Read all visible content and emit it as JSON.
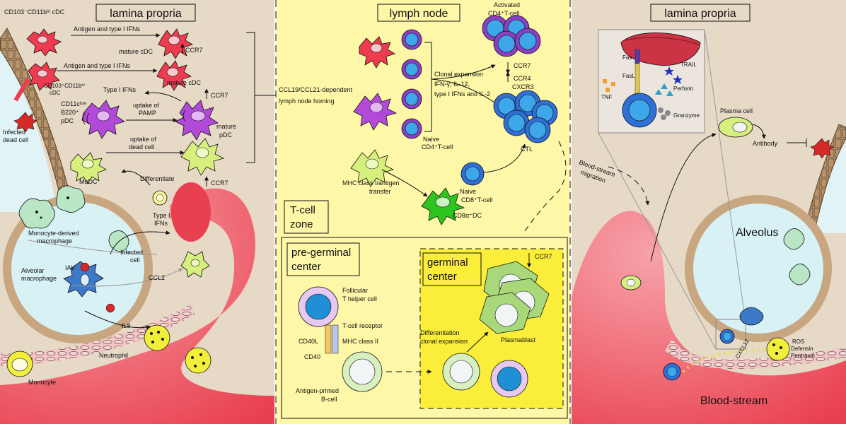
{
  "panels": {
    "left_title": "lamina propria",
    "center_title": "lymph node",
    "right_title": "lamina propria"
  },
  "left": {
    "cdc_subset": "CD103⁻CD11bʰⁱ cDC",
    "antigen_ifn_1": "Antigen and type I IFNs",
    "mature_cdc_1": "mature cDC",
    "ccr7_1": "CCR7",
    "antigen_ifn_2": "Antigen and type I IFNs",
    "cdc103_label": "CD103⁺CD11bʰⁱ",
    "cdc103_label2": "cDC",
    "mature_cdc_2": "mature cDC",
    "type1_ifns": "Type I IFNs",
    "ccr7_2": "CCR7",
    "pdc_label_1": "CD11cˡᵒʷ",
    "pdc_label_2": "B220⁺",
    "pdc_label_3": "pDC",
    "uptake_pamp_1": "uptake of",
    "uptake_pamp_2": "PAMP",
    "mature_pdc_1": "mature",
    "mature_pdc_2": "pDC",
    "infected_dead_1": "Infected",
    "infected_dead_2": "dead cell",
    "uptake_dead_1": "uptake of",
    "uptake_dead_2": "dead cell",
    "modc": "MoDC",
    "differentiate": "Differentiate",
    "ccr7_3": "CCR7",
    "monocyte_macro_1": "Monocyte-derived",
    "monocyte_macro_2": "macrophage",
    "type1_ifns_2a": "Type I",
    "type1_ifns_2b": "IFNs",
    "infected_cell_1": "Infected",
    "infected_cell_2": "cell",
    "alveolar_macro_1": "Alveolar",
    "alveolar_macro_2": "macrophage",
    "iav": "IAV",
    "ccl2": "CCL2",
    "il8": "IL8",
    "monocyte": "Monocyte",
    "neutrophil": "Neutrophil"
  },
  "center": {
    "homing_1": "CCL19/CCL21-dependent",
    "homing_2": "lymph node homing",
    "clonal_expansion": "Clonal expansion",
    "cytokines_1": "IFN-γ, IL-12,",
    "cytokines_2": "type I IFNs and IL-2",
    "activated_1": "Activated",
    "activated_2": "CD4⁺T-cell",
    "ccr7": "CCR7",
    "ccr4": "CCR4",
    "cxcr3": "CXCR3",
    "naive_cd4_1": "Naive",
    "naive_cd4_2": "CD4⁺T-cell",
    "ctl": "CTL",
    "mhc_transfer_1": "MHC class I/antigen",
    "mhc_transfer_2": "transfer",
    "naive_cd8_1": "Naive",
    "naive_cd8_2": "CD8⁺T-cell",
    "cd8a_dc": "CD8α⁺DC",
    "tcell_zone_1": "T-cell",
    "tcell_zone_2": "zone",
    "pregerminal_1": "pre-germinal",
    "pregerminal_2": "center",
    "germinal_1": "germinal",
    "germinal_2": "center",
    "ccr7_gc": "CCR7",
    "tfh_1": "Follicular",
    "tfh_2": "T helper cell",
    "tcr": "T-cell receptor",
    "cd40l": "CD40L",
    "mhc2": "MHC class II",
    "cd40": "CD40",
    "diff_1": "Differentiation",
    "diff_2": "clonal expansion",
    "plasmablast": "Plasmablast",
    "bcell_1": "Antigen-primed",
    "bcell_2": "B-cell"
  },
  "right": {
    "fas": "Fas",
    "fasl": "FasL",
    "trail": "TRAIL",
    "tnf": "TNF",
    "perforin": "Perforin",
    "granzyme": "Granzyme",
    "plasma_cell": "Plasma cell",
    "antibody": "Antibody",
    "bloodstream_migration_1": "Blood-stream",
    "bloodstream_migration_2": "migration",
    "alveolus": "Alveolus",
    "ros_1": "ROS",
    "ros_2": "Defensin",
    "ros_3": "Pentraxin",
    "cxcl12": "CXCL12",
    "bloodstream": "Blood-stream"
  },
  "colors": {
    "tissue": "#e6d9c6",
    "node": "#fdf7a7",
    "germinal": "#fbee3a",
    "alveolus": "#d8f1f5",
    "vessel": "#ee5b6b",
    "epithelium": "#c7a680",
    "red_dc": "#ee3b50",
    "purple_pdc": "#b14ad8",
    "lime_modc": "#d7ef7d",
    "macrophage": "#b9e7c6",
    "tcell_blue": "#2f6fd6",
    "naive_purple": "#8a3fc4",
    "plasmablast_green": "#a8d87a",
    "neutrophil_yellow": "#f2ef3c"
  }
}
